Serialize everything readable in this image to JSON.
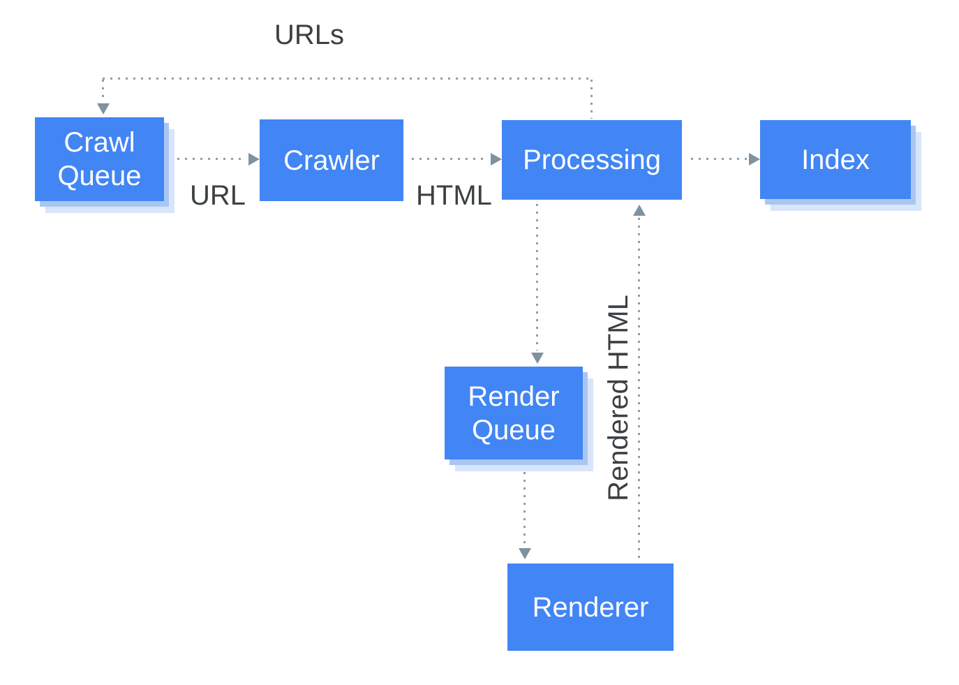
{
  "diagram": {
    "description": "Crawl, render and index pipeline flow diagram",
    "colors": {
      "node_fill": "#4285f4",
      "node_text": "#ffffff",
      "shadow_inner": "#a9c6f3",
      "shadow_outer": "#d8e5fa",
      "connector_dots": "#8ca0ab",
      "arrowhead": "#7f929e",
      "label_text": "#3c4043",
      "background": "#ffffff"
    },
    "nodes": [
      {
        "id": "crawl-queue",
        "label": "Crawl Queue",
        "type": "store"
      },
      {
        "id": "crawler",
        "label": "Crawler",
        "type": "process"
      },
      {
        "id": "processing",
        "label": "Processing",
        "type": "process"
      },
      {
        "id": "index",
        "label": "Index",
        "type": "store"
      },
      {
        "id": "render-queue",
        "label": "Render Queue",
        "type": "store"
      },
      {
        "id": "renderer",
        "label": "Renderer",
        "type": "process"
      }
    ],
    "edges": [
      {
        "from": "crawl-queue",
        "to": "crawler",
        "label": "URL",
        "style": "dotted"
      },
      {
        "from": "crawler",
        "to": "processing",
        "label": "HTML",
        "style": "dotted"
      },
      {
        "from": "processing",
        "to": "index",
        "label": "",
        "style": "dotted"
      },
      {
        "from": "processing",
        "to": "crawl-queue",
        "label": "URLs",
        "style": "dotted"
      },
      {
        "from": "processing",
        "to": "render-queue",
        "label": "",
        "style": "dotted"
      },
      {
        "from": "render-queue",
        "to": "renderer",
        "label": "",
        "style": "dotted"
      },
      {
        "from": "renderer",
        "to": "processing",
        "label": "Rendered HTML",
        "style": "dotted"
      }
    ]
  }
}
